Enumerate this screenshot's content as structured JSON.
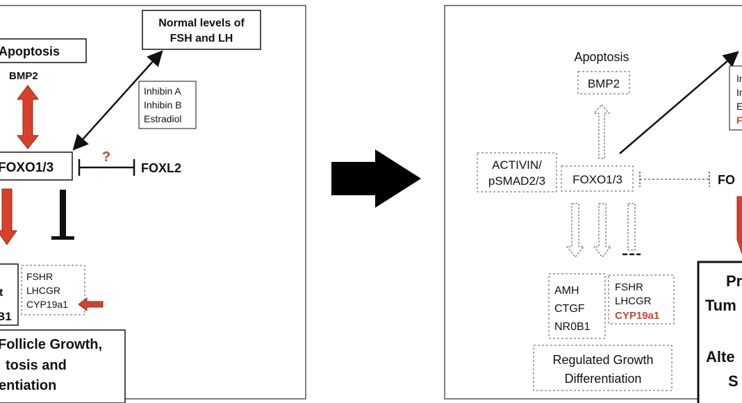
{
  "colors": {
    "red": "#d8402a",
    "red_text": "#d8402a",
    "black": "#111111",
    "border": "#555555"
  },
  "left": {
    "apoptosis": "Apoptosis",
    "bmp2": "BMP2",
    "fsh_lh_line1": "Normal levels of",
    "fsh_lh_line2": "FSH and LH",
    "inhibin_a": "Inhibin A",
    "inhibin_b": "Inhibin B",
    "estradiol": "Estradiol",
    "foxo": "FOXO1/3",
    "question": "?",
    "foxl2": "FOXL2",
    "partial_top": "t",
    "partial_bottom": "B1",
    "fshr": "FSHR",
    "lhcgr": "LHCGR",
    "cyp": "CYP19a1",
    "outcome_line1": "Follicle Growth,",
    "outcome_line2": "tosis and",
    "outcome_line3": "entiation"
  },
  "right": {
    "apoptosis": "Apoptosis",
    "bmp2": "BMP2",
    "activin_line1": "ACTIVIN/",
    "activin_line2": "pSMAD2/3",
    "foxo": "FOXO1/3",
    "foxl2_partial": "FO",
    "amh": "AMH",
    "ctgf": "CTGF",
    "nr0b1": "NR0B1",
    "fshr": "FSHR",
    "lhcgr": "LHCGR",
    "cyp": "CYP19a1",
    "regulated_line1": "Regulated Growth",
    "regulated_line2": "Differentiation",
    "side_line1": "In",
    "side_line2": "In",
    "side_line3": "E",
    "side_line4": "F",
    "outcome_line1": "Pr",
    "outcome_line2": "Tum",
    "outcome_line3": "Alte",
    "outcome_line4": "S"
  }
}
